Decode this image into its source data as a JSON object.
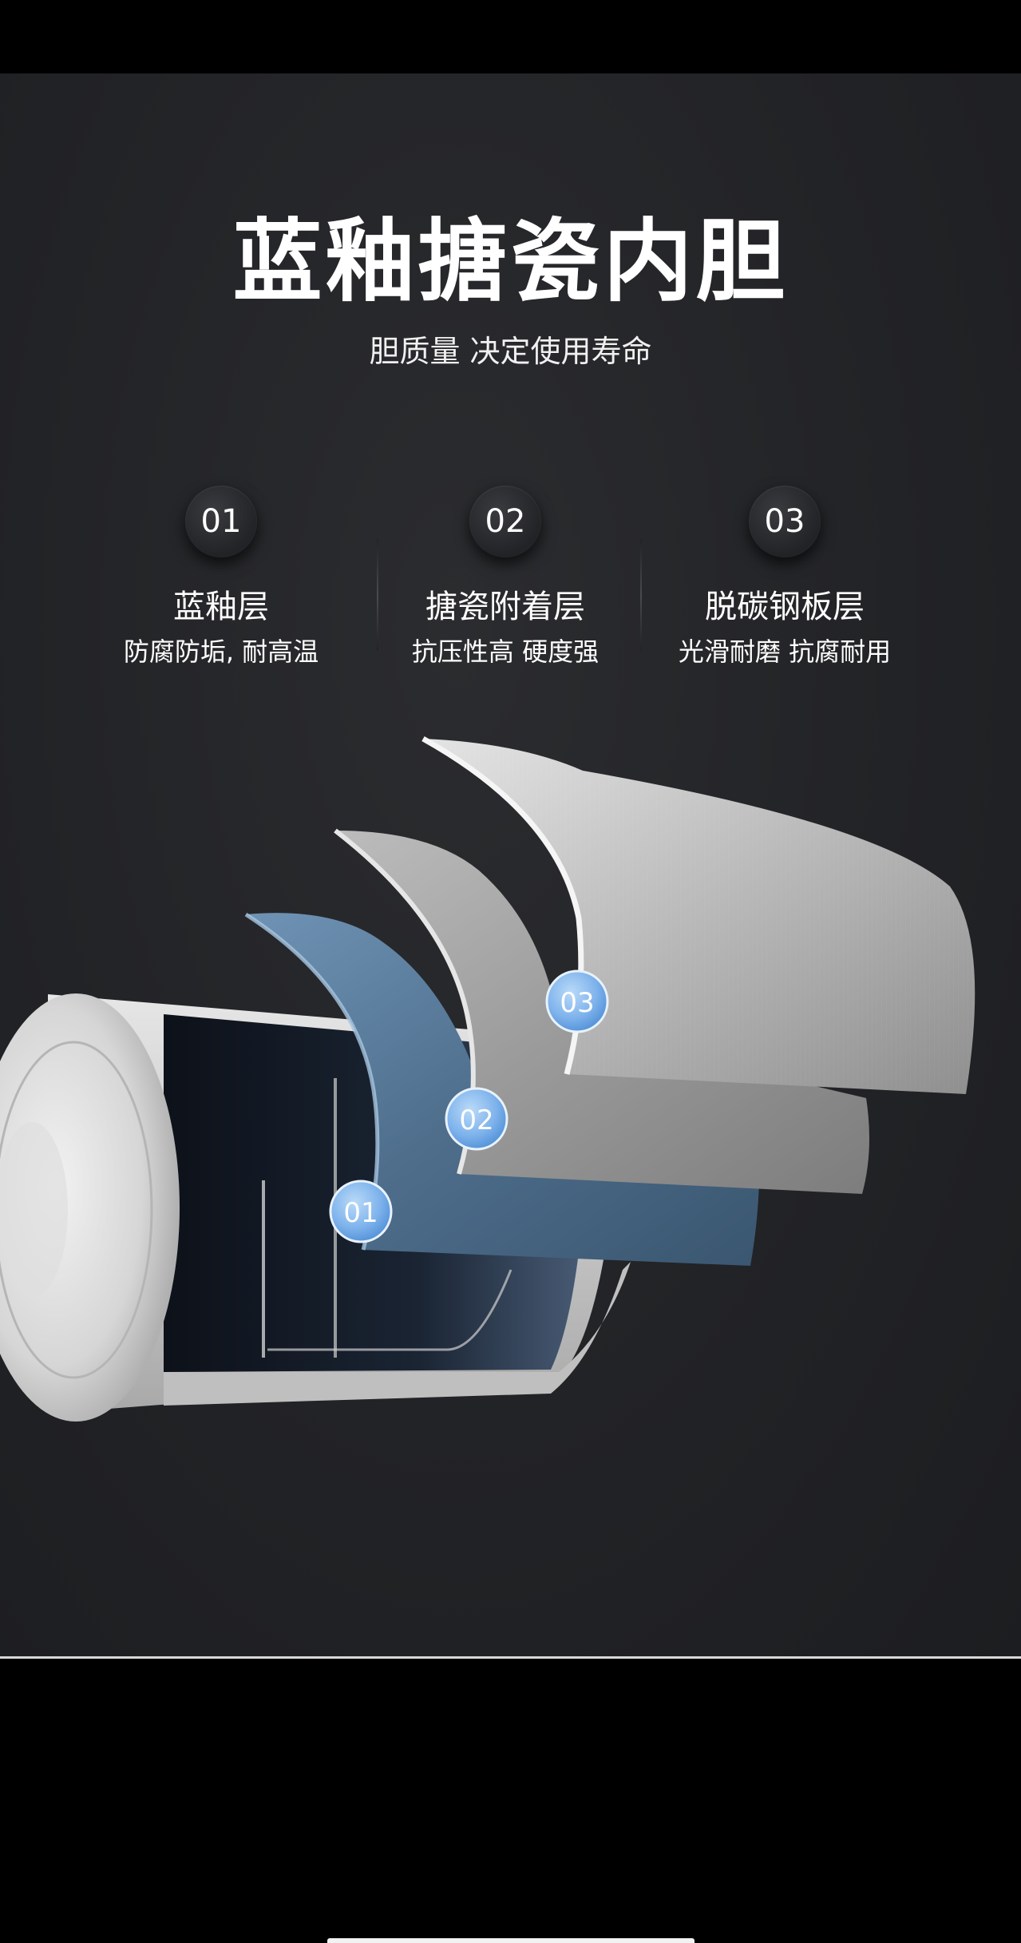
{
  "header": {
    "title": "蓝釉搪瓷内胆",
    "subtitle": "胆质量 决定使用寿命"
  },
  "features": [
    {
      "number": "01",
      "name": "蓝釉层",
      "desc": "防腐防垢, 耐高温"
    },
    {
      "number": "02",
      "name": "搪瓷附着层",
      "desc": "抗压性高 硬度强"
    },
    {
      "number": "03",
      "name": "脱碳钢板层",
      "desc": "光滑耐磨 抗腐耐用"
    }
  ],
  "illustration": {
    "layer_labels": [
      "01",
      "02",
      "03"
    ],
    "colors": {
      "blue_layer": "#4e6e8c",
      "enamel_layer": "#9a9a9a",
      "steel_layer": "#b8b8b8",
      "badge_blue": "#7fb3ec"
    }
  }
}
